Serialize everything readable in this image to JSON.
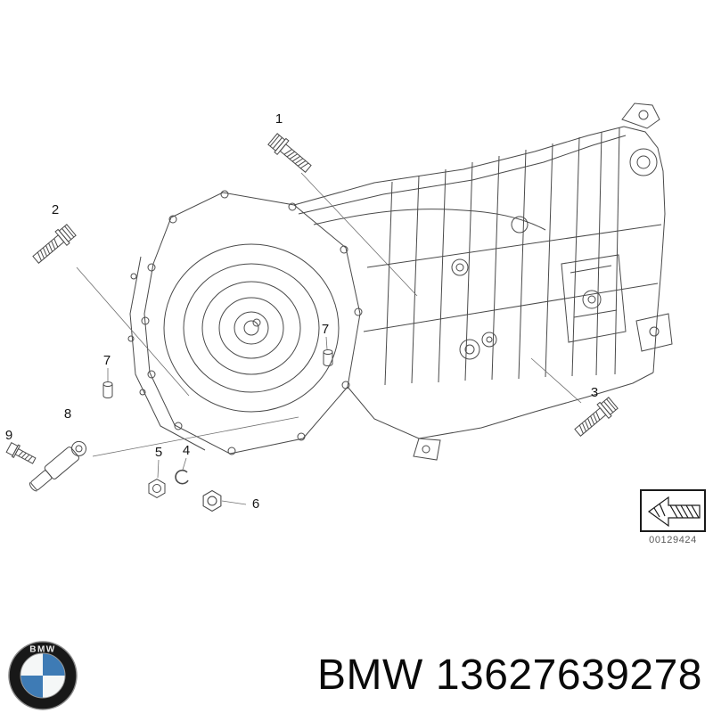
{
  "colors": {
    "bmw_blue": "#3e7bb5",
    "line": "#4a4a4a"
  },
  "diagram": {
    "callouts": [
      {
        "label": "1"
      },
      {
        "label": "2"
      },
      {
        "label": "3"
      },
      {
        "label": "4"
      },
      {
        "label": "5"
      },
      {
        "label": "6"
      },
      {
        "label": "7"
      },
      {
        "label": "7"
      },
      {
        "label": "8"
      },
      {
        "label": "9"
      }
    ],
    "ref_code": "00129424"
  },
  "footer": {
    "logo_text": "BMW",
    "brand": "BMW",
    "part_number": "13627639278"
  }
}
